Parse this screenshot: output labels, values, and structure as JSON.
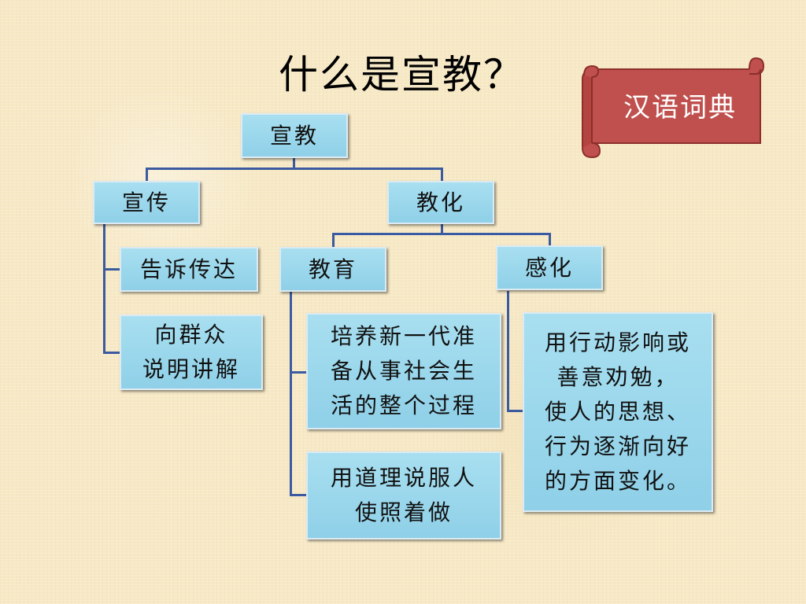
{
  "title": "什么是宣教？",
  "dictionary_banner": {
    "label": "汉语词典"
  },
  "tree": {
    "root": "宣教",
    "left_branch": {
      "label": "宣传",
      "children": [
        "告诉传达",
        "向群众\n说明讲解"
      ]
    },
    "right_branch": {
      "label": "教化",
      "children": [
        {
          "label": "教育",
          "children": [
            "培养新一代准\n备从事社会生\n活的整个过程",
            "用道理说服人\n使照着做"
          ]
        },
        {
          "label": "感化",
          "children": [
            "用行动影响或\n善意劝勉，\n使人的思想、\n行为逐渐向好\n的方面变化。"
          ]
        }
      ]
    }
  },
  "colors": {
    "node_fill": "#97d5ec",
    "connector": "#3b5aa0",
    "banner_fill": "#c0504d"
  }
}
